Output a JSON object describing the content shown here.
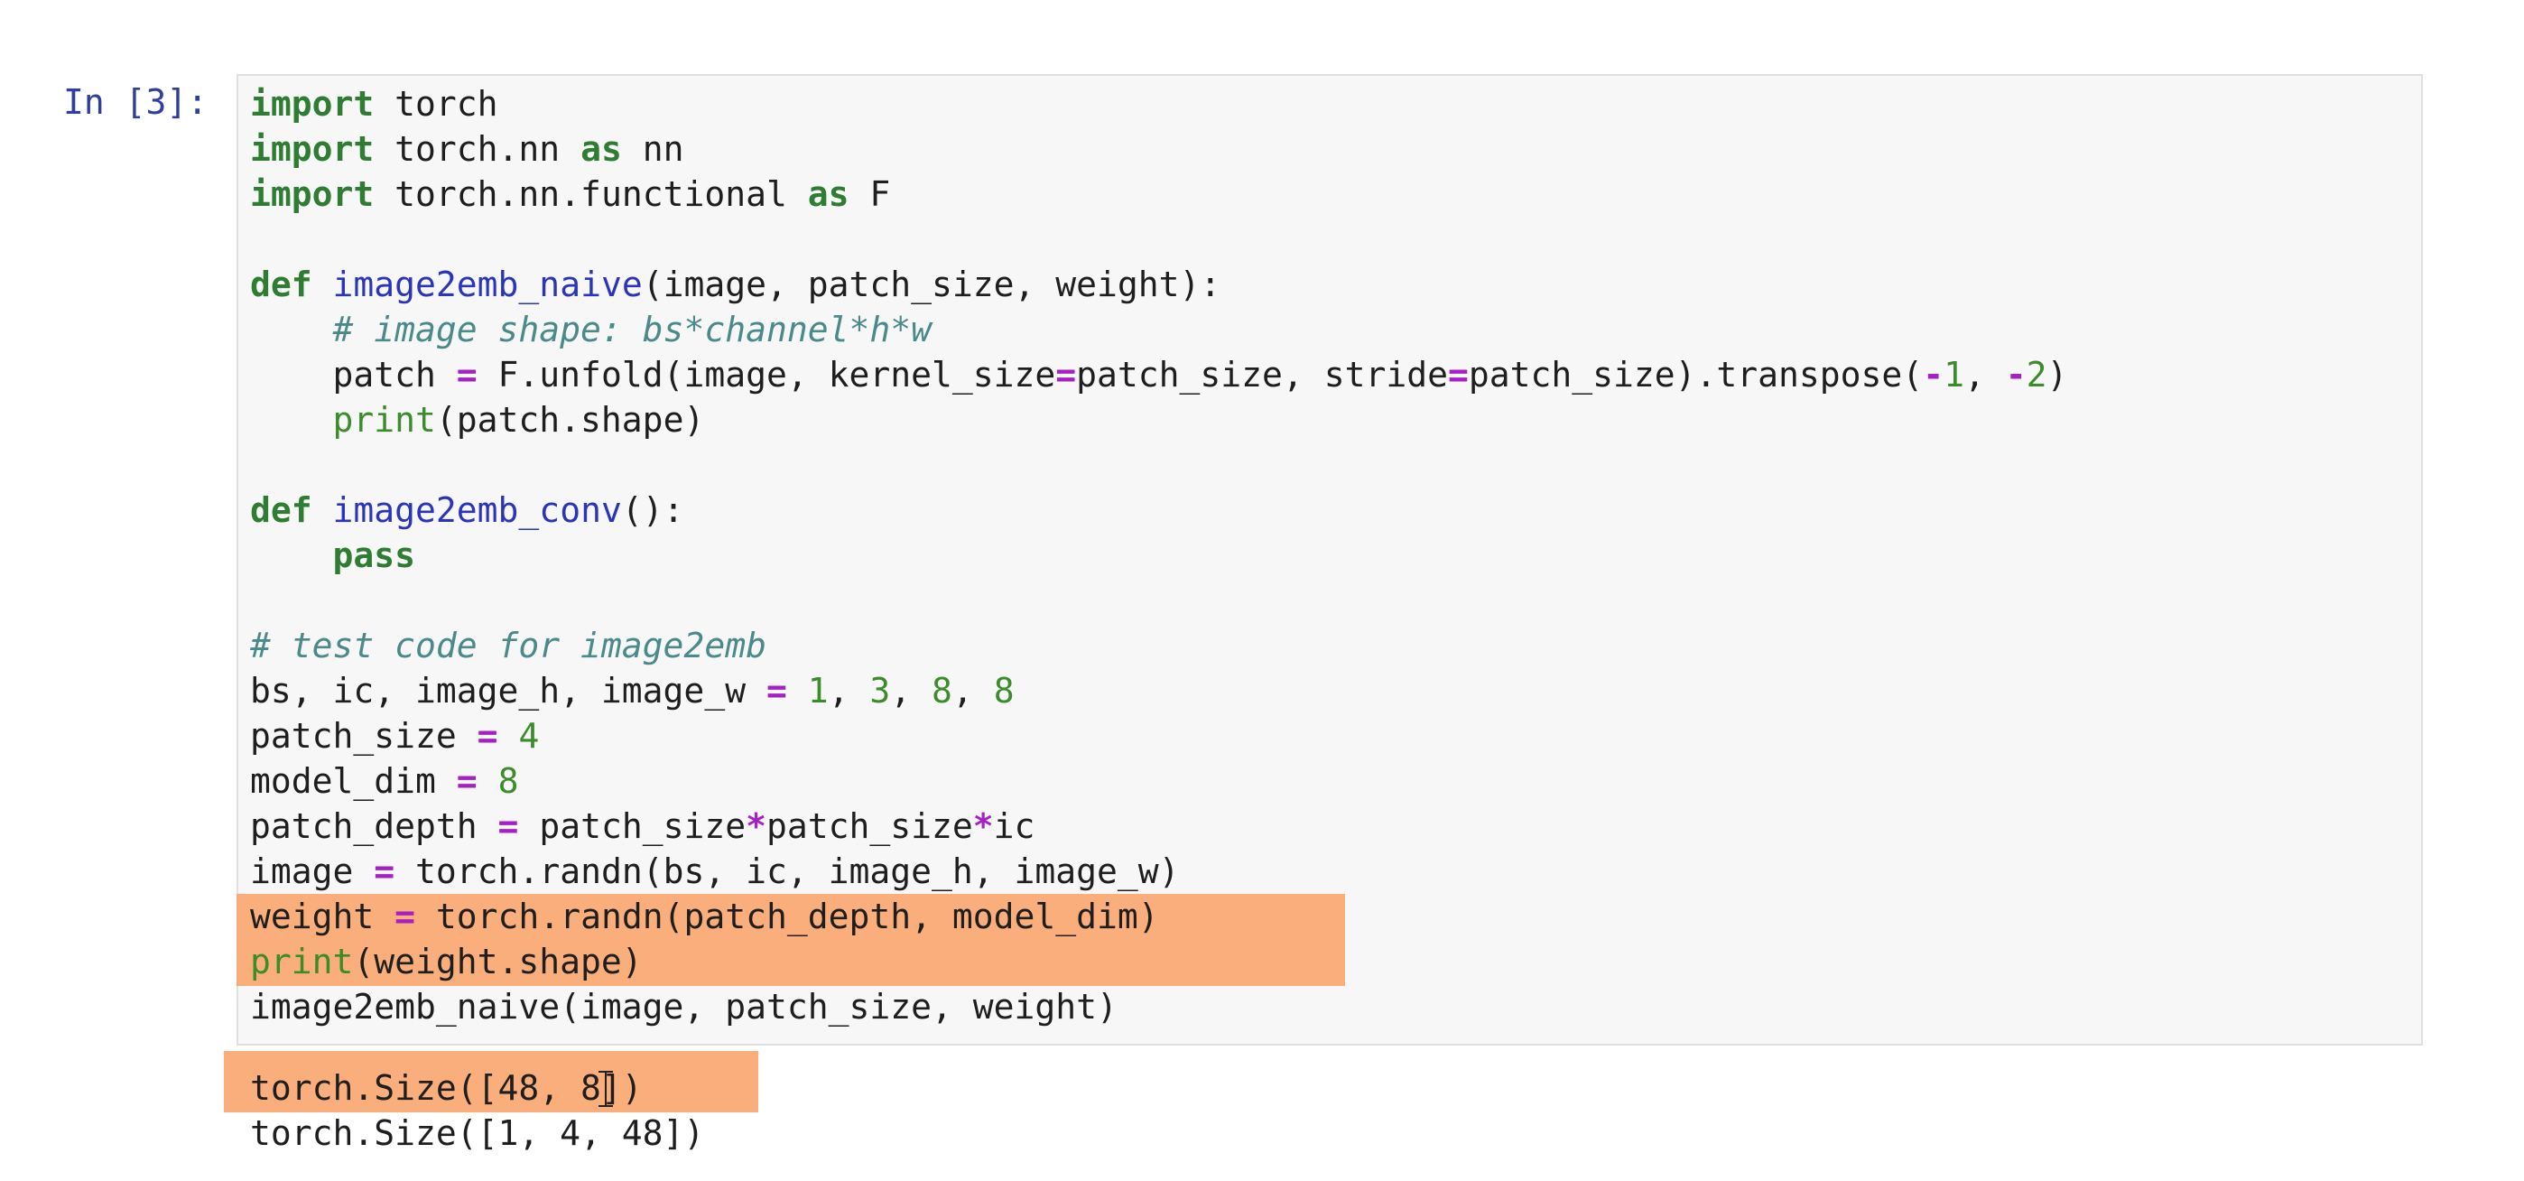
{
  "cell": {
    "prompt": "In [3]:",
    "code": [
      [
        [
          "kw",
          "import"
        ],
        [
          "tx",
          " torch"
        ]
      ],
      [
        [
          "kw",
          "import"
        ],
        [
          "tx",
          " torch.nn "
        ],
        [
          "kw",
          "as"
        ],
        [
          "tx",
          " nn"
        ]
      ],
      [
        [
          "kw",
          "import"
        ],
        [
          "tx",
          " torch.nn.functional "
        ],
        [
          "kw",
          "as"
        ],
        [
          "tx",
          " F"
        ]
      ],
      [],
      [
        [
          "kw",
          "def"
        ],
        [
          "tx",
          " "
        ],
        [
          "fn",
          "image2emb_naive"
        ],
        [
          "tx",
          "(image, patch_size, weight):"
        ]
      ],
      [
        [
          "tx",
          "    "
        ],
        [
          "cm",
          "# image shape: bs*channel*h*w"
        ]
      ],
      [
        [
          "tx",
          "    patch "
        ],
        [
          "op",
          "="
        ],
        [
          "tx",
          " F.unfold(image, kernel_size"
        ],
        [
          "op",
          "="
        ],
        [
          "tx",
          "patch_size, stride"
        ],
        [
          "op",
          "="
        ],
        [
          "tx",
          "patch_size).transpose("
        ],
        [
          "op",
          "-"
        ],
        [
          "num",
          "1"
        ],
        [
          "tx",
          ", "
        ],
        [
          "op",
          "-"
        ],
        [
          "num",
          "2"
        ],
        [
          "tx",
          ")"
        ]
      ],
      [
        [
          "tx",
          "    "
        ],
        [
          "bi",
          "print"
        ],
        [
          "tx",
          "(patch.shape)"
        ]
      ],
      [],
      [
        [
          "kw",
          "def"
        ],
        [
          "tx",
          " "
        ],
        [
          "fn",
          "image2emb_conv"
        ],
        [
          "tx",
          "():"
        ]
      ],
      [
        [
          "tx",
          "    "
        ],
        [
          "kw",
          "pass"
        ]
      ],
      [],
      [
        [
          "cm",
          "# test code for image2emb"
        ]
      ],
      [
        [
          "tx",
          "bs, ic, image_h, image_w "
        ],
        [
          "op",
          "="
        ],
        [
          "tx",
          " "
        ],
        [
          "num",
          "1"
        ],
        [
          "tx",
          ", "
        ],
        [
          "num",
          "3"
        ],
        [
          "tx",
          ", "
        ],
        [
          "num",
          "8"
        ],
        [
          "tx",
          ", "
        ],
        [
          "num",
          "8"
        ]
      ],
      [
        [
          "tx",
          "patch_size "
        ],
        [
          "op",
          "="
        ],
        [
          "tx",
          " "
        ],
        [
          "num",
          "4"
        ]
      ],
      [
        [
          "tx",
          "model_dim "
        ],
        [
          "op",
          "="
        ],
        [
          "tx",
          " "
        ],
        [
          "num",
          "8"
        ]
      ],
      [
        [
          "tx",
          "patch_depth "
        ],
        [
          "op",
          "="
        ],
        [
          "tx",
          " patch_size"
        ],
        [
          "op",
          "*"
        ],
        [
          "tx",
          "patch_size"
        ],
        [
          "op",
          "*"
        ],
        [
          "tx",
          "ic"
        ]
      ],
      [
        [
          "tx",
          "image "
        ],
        [
          "op",
          "="
        ],
        [
          "tx",
          " torch.randn(bs, ic, image_h, image_w)"
        ]
      ],
      [
        [
          "tx",
          "weight "
        ],
        [
          "op",
          "="
        ],
        [
          "tx",
          " torch.randn(patch_depth, model_dim)"
        ]
      ],
      [
        [
          "bi",
          "print"
        ],
        [
          "tx",
          "(weight.shape)"
        ]
      ],
      [
        [
          "tx",
          "image2emb_naive(image, patch_size, weight)"
        ]
      ]
    ],
    "output": [
      "torch.Size([48, 8])",
      "torch.Size([1, 4, 48])"
    ]
  },
  "colors": {
    "highlight": "#f8a56e",
    "keyword": "#2e7d32",
    "function": "#2a35b8",
    "operator": "#a520c5",
    "comment": "#4a8a8a",
    "number": "#3b8c2b"
  }
}
